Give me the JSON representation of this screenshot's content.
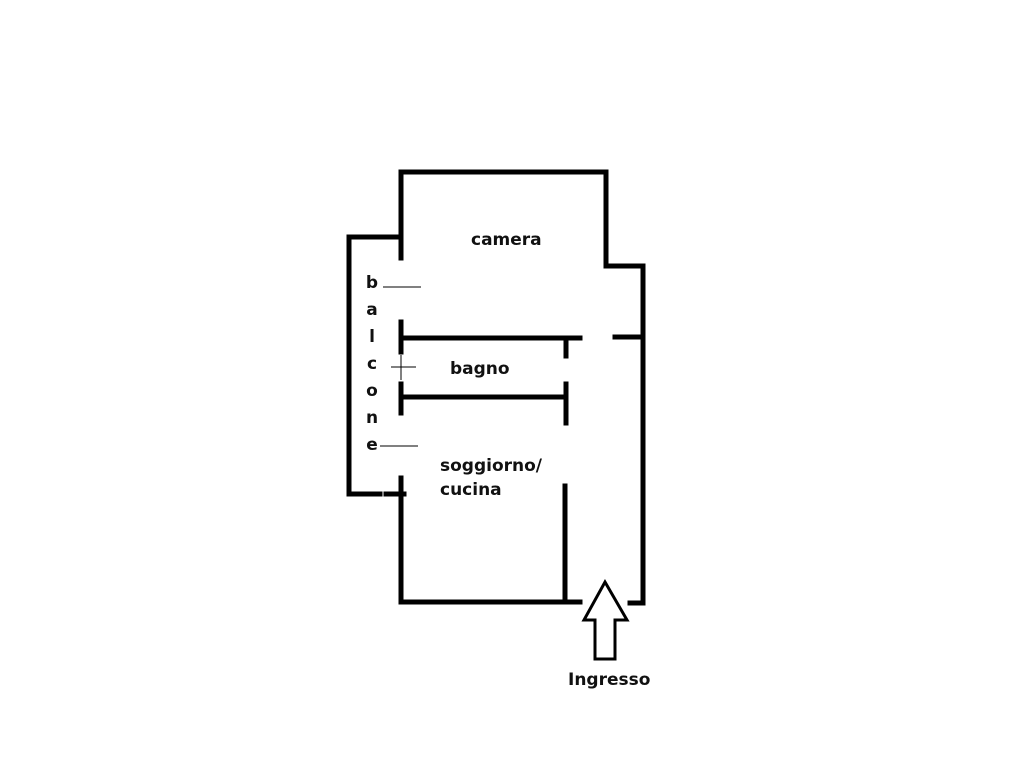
{
  "rooms": {
    "camera": "camera",
    "bagno": "bagno",
    "soggiorno": "soggiorno/",
    "cucina": "cucina",
    "balcone": [
      "b",
      "a",
      "l",
      "c",
      "o",
      "n",
      "e"
    ]
  },
  "entrance": {
    "label": "Ingresso",
    "icon": "arrow-up-icon"
  },
  "colors": {
    "wall": "#000000",
    "background": "#ffffff"
  }
}
